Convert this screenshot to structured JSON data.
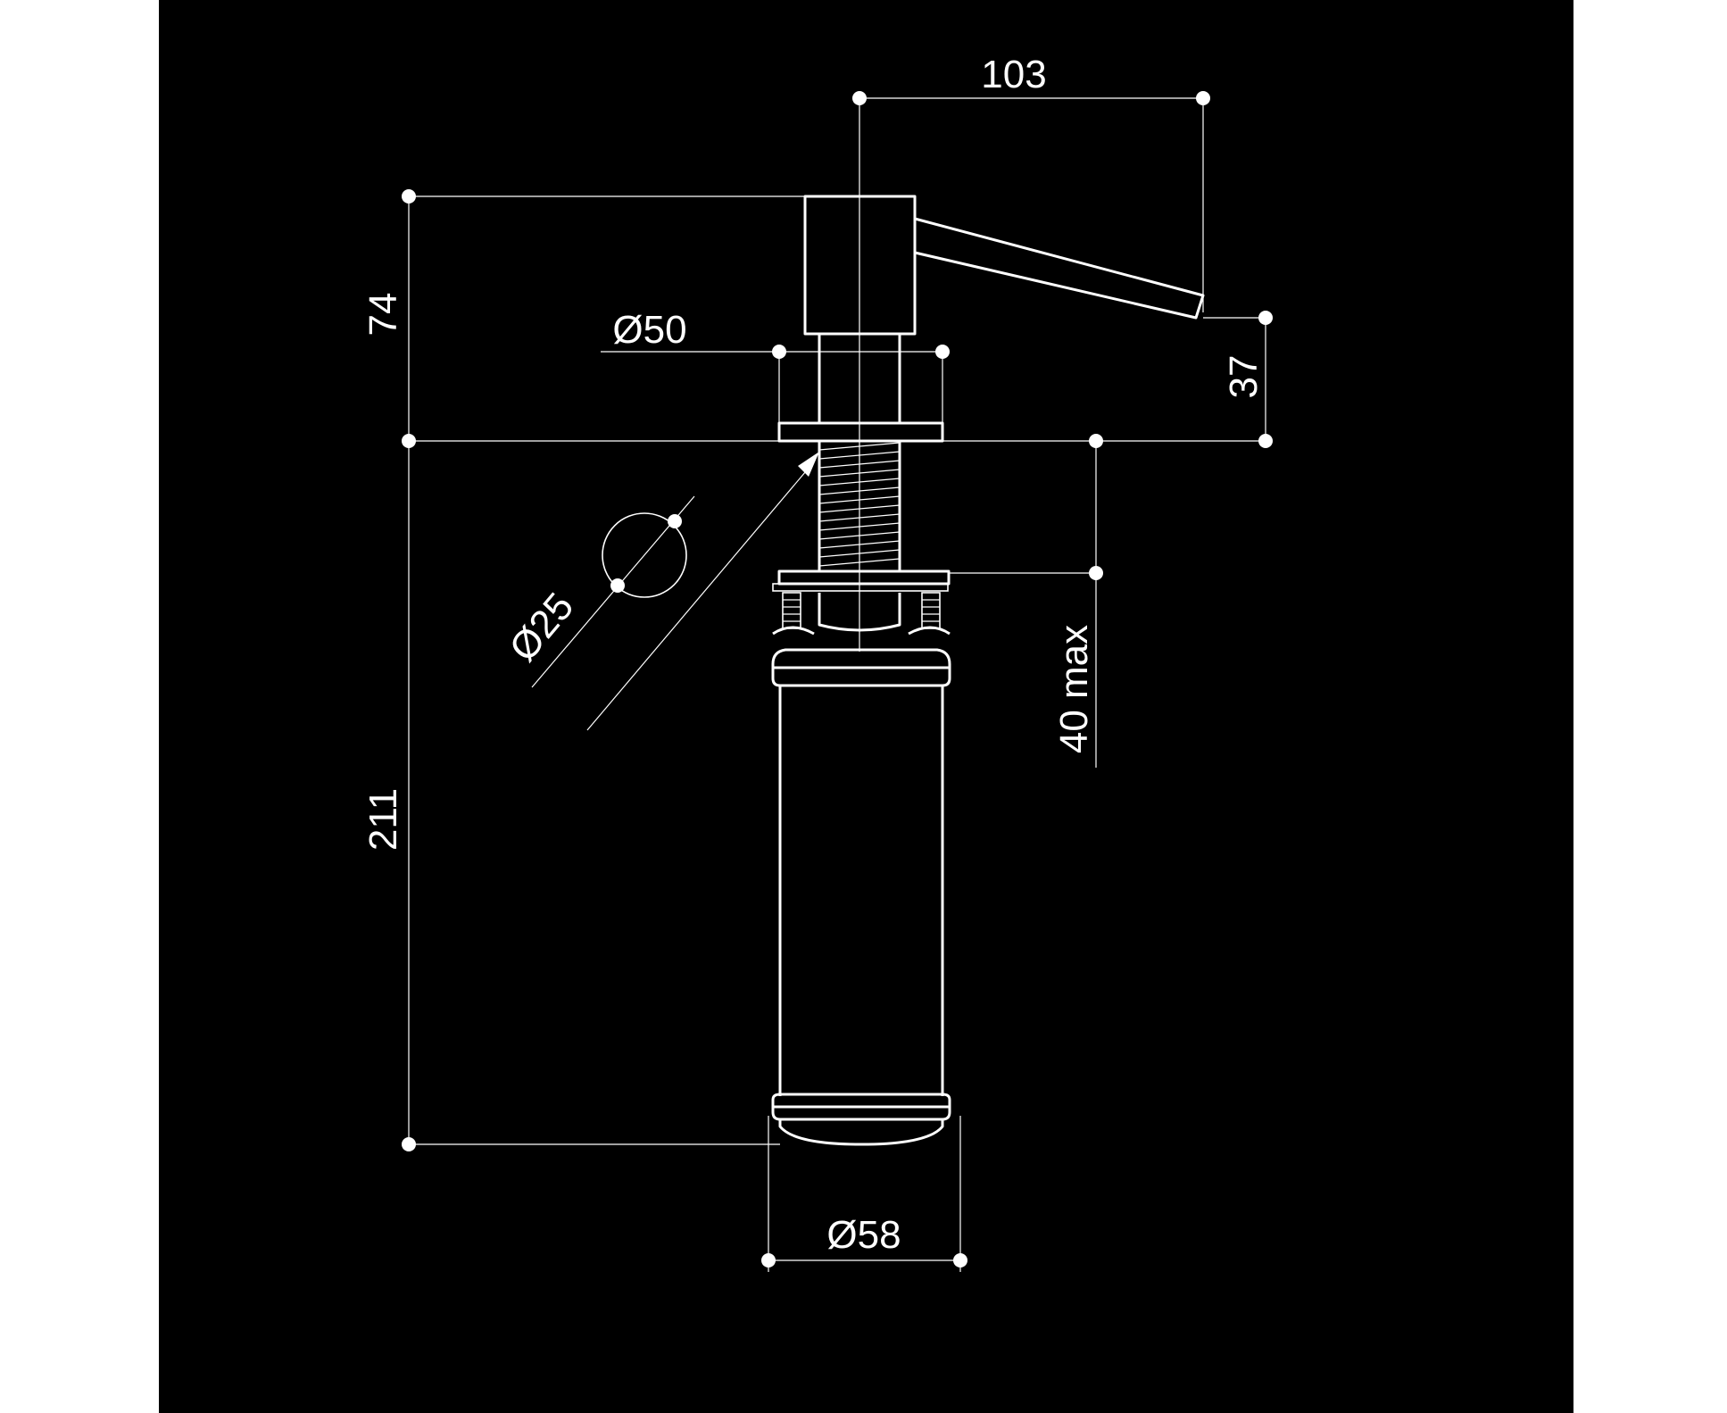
{
  "colors": {
    "panel": "#000000",
    "margin": "#ffffff",
    "line": "#ffffff"
  },
  "dimensions": {
    "spout_reach": "103",
    "head_height": "74",
    "collar_diameter": "Ø50",
    "spout_height": "37",
    "hole_diameter": "Ø25",
    "worktop_thickness": "40 max",
    "below_height": "211",
    "bottle_diameter": "Ø58"
  }
}
